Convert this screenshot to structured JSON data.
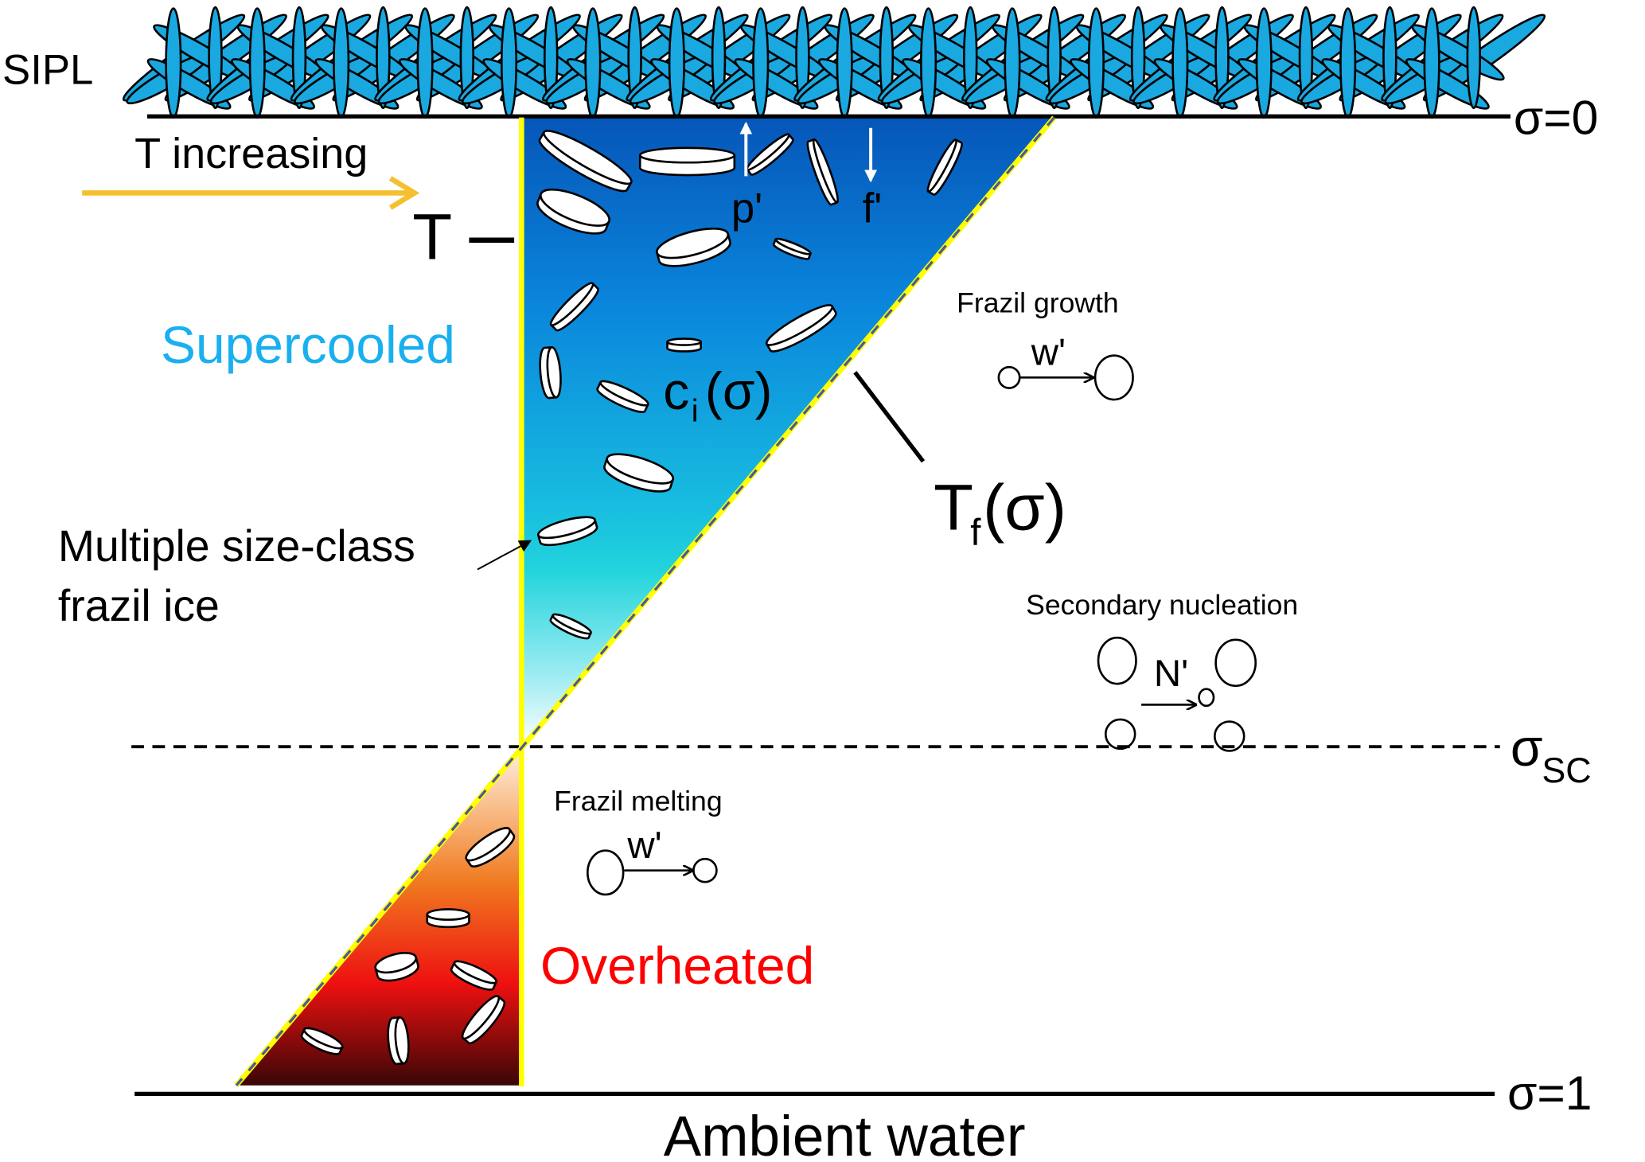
{
  "labels": {
    "sipl": "SIPL",
    "sigma_zero": "σ=0",
    "t_increasing": "T increasing",
    "t": "T",
    "supercooled": "Supercooled",
    "multiple_line1": "Multiple size-class",
    "multiple_line2": "frazil ice",
    "ci_main": "c",
    "ci_sub": "i",
    "ci_arg": "(σ)",
    "p_prime": "p'",
    "f_prime": "f'",
    "tf_main": "T",
    "tf_sub": "f",
    "tf_arg": "(σ)",
    "frazil_growth": "Frazil growth",
    "growth_w": "w'",
    "secondary_nucleation": "Secondary nucleation",
    "nucleation_n": "N'",
    "sigma_sc_main": "σ",
    "sigma_sc_sub": "SC",
    "frazil_melting": "Frazil melting",
    "melting_w": "w'",
    "overheated": "Overheated",
    "sigma_one": "σ=1",
    "ambient_water": "Ambient water"
  },
  "colors": {
    "supercooled": "#1ab0f0",
    "overheated": "#ff0000",
    "arrow_t": "#f5c030",
    "freezing_line": "#ffff00",
    "crystal": "#1aa8e0"
  }
}
